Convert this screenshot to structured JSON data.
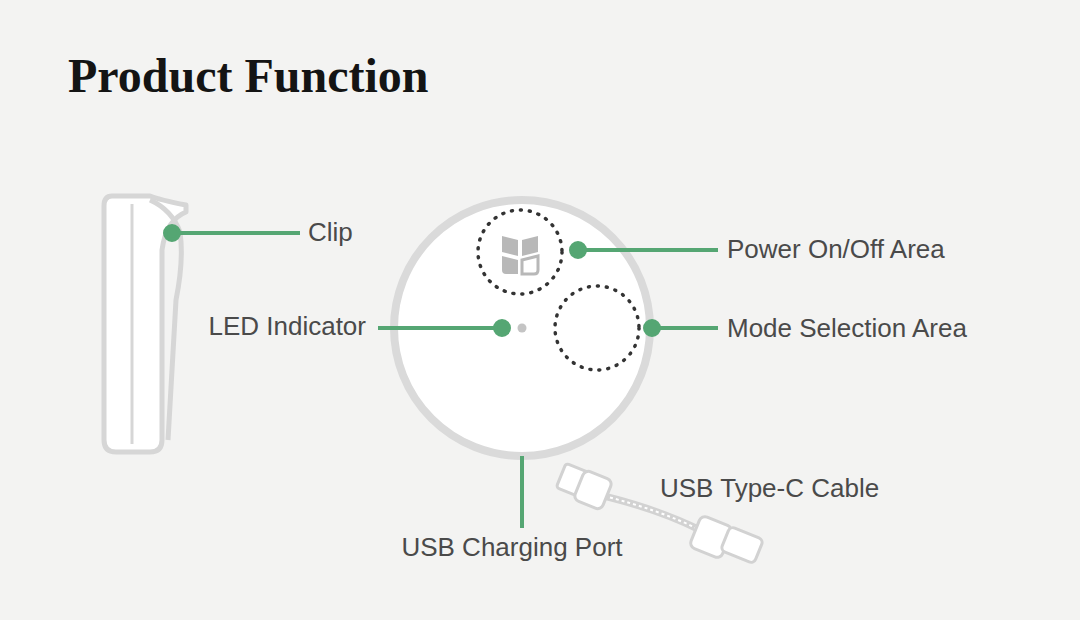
{
  "diagram": {
    "title": "Product Function",
    "labels": [
      "Clip",
      "Power On/Off Area",
      "LED Indicator",
      "Mode Selection Area",
      "USB Type-C Cable",
      "USB Charging Port"
    ]
  }
}
